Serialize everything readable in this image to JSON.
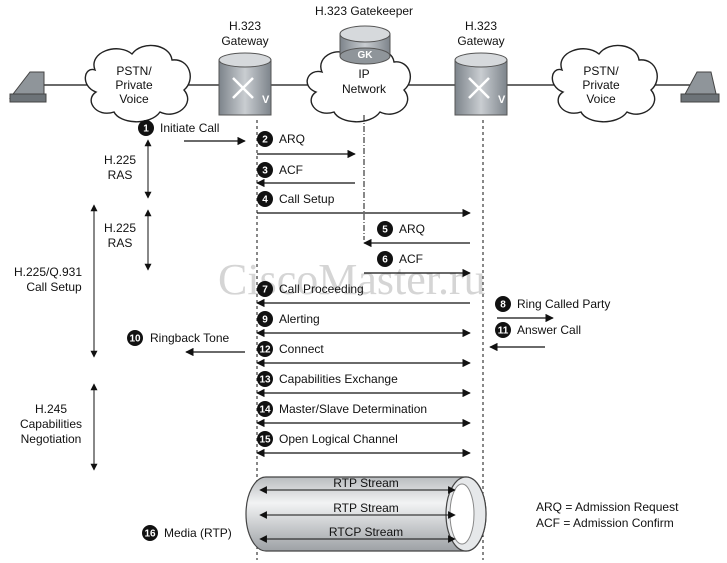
{
  "devices": {
    "gatekeeper_label": "H.323 Gatekeeper",
    "gatekeeper_icon_text": "GK",
    "gateway_left_label": [
      "H.323",
      "Gateway"
    ],
    "gateway_right_label": [
      "H.323",
      "Gateway"
    ],
    "gateway_icon_text": "V",
    "cloud_left": [
      "PSTN/",
      "Private",
      "Voice"
    ],
    "cloud_ip": [
      "IP",
      "Network"
    ],
    "cloud_right": [
      "PSTN/",
      "Private",
      "Voice"
    ]
  },
  "phases": {
    "ras1": [
      "H.225",
      "RAS"
    ],
    "ras2": [
      "H.225",
      "RAS"
    ],
    "call_setup": [
      "H.225/Q.931",
      "Call Setup"
    ],
    "h245": [
      "H.245",
      "Capabilities",
      "Negotiation"
    ]
  },
  "steps": [
    {
      "num": "1",
      "label": "Initiate Call"
    },
    {
      "num": "2",
      "label": "ARQ"
    },
    {
      "num": "3",
      "label": "ACF"
    },
    {
      "num": "4",
      "label": "Call Setup"
    },
    {
      "num": "5",
      "label": "ARQ"
    },
    {
      "num": "6",
      "label": "ACF"
    },
    {
      "num": "7",
      "label": "Call Proceeding"
    },
    {
      "num": "8",
      "label": "Ring Called Party"
    },
    {
      "num": "9",
      "label": "Alerting"
    },
    {
      "num": "10",
      "label": "Ringback Tone"
    },
    {
      "num": "11",
      "label": "Answer Call"
    },
    {
      "num": "12",
      "label": "Connect"
    },
    {
      "num": "13",
      "label": "Capabilities Exchange"
    },
    {
      "num": "14",
      "label": "Master/Slave Determination"
    },
    {
      "num": "15",
      "label": "Open Logical Channel"
    },
    {
      "num": "16",
      "label": "Media (RTP)"
    }
  ],
  "media_streams": [
    "RTP Stream",
    "RTP Stream",
    "RTCP Stream"
  ],
  "legend": [
    "ARQ = Admission Request",
    "ACF = Admission Confirm"
  ],
  "watermark": "CiscoMaster.ru",
  "colors": {
    "badge": "#111111",
    "device": "#9aa0a6",
    "cloud_stroke": "#222222"
  }
}
